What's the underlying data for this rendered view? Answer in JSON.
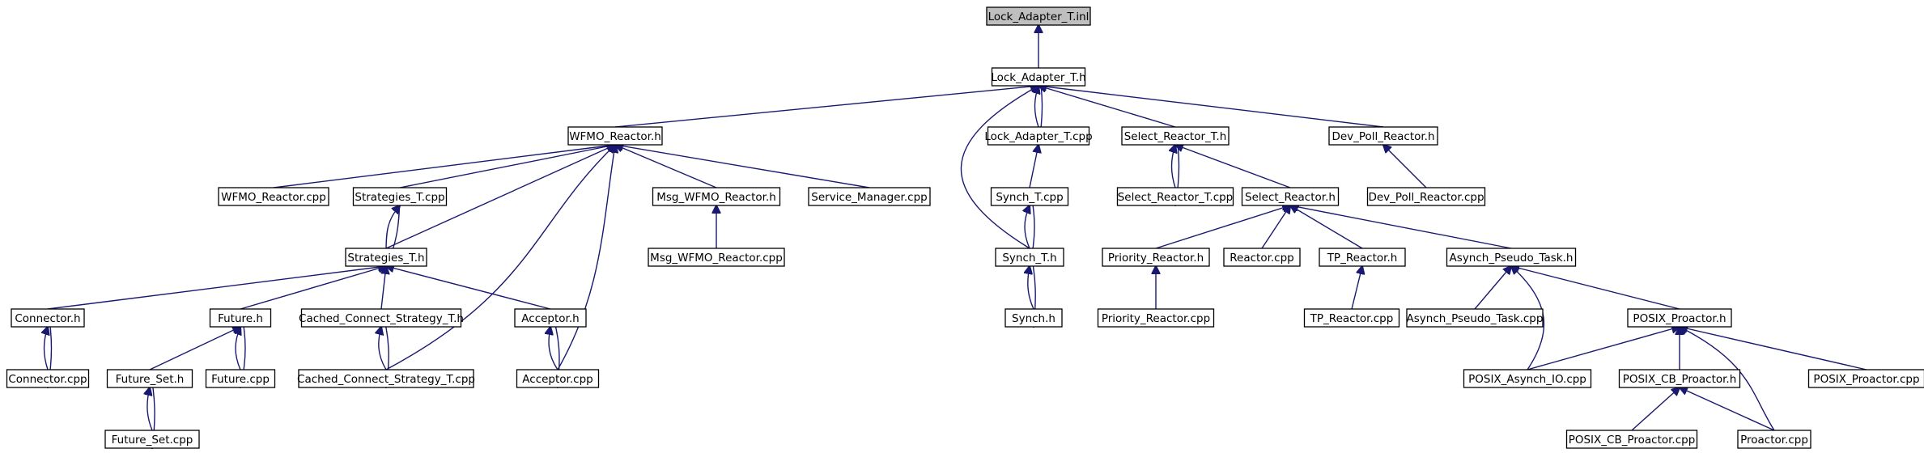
{
  "diagram": {
    "root": "Lock_Adapter_T.inl",
    "nodes": [
      {
        "id": "lock_adapter_inl",
        "label": "Lock_Adapter_T.inl"
      },
      {
        "id": "lock_adapter_h",
        "label": "Lock_Adapter_T.h"
      },
      {
        "id": "wfmo_reactor_h",
        "label": "WFMO_Reactor.h"
      },
      {
        "id": "lock_adapter_cpp",
        "label": "Lock_Adapter_T.cpp"
      },
      {
        "id": "select_reactor_t_h",
        "label": "Select_Reactor_T.h"
      },
      {
        "id": "dev_poll_reactor_h",
        "label": "Dev_Poll_Reactor.h"
      },
      {
        "id": "wfmo_reactor_cpp",
        "label": "WFMO_Reactor.cpp"
      },
      {
        "id": "strategies_t_cpp",
        "label": "Strategies_T.cpp"
      },
      {
        "id": "msg_wfmo_reactor_h",
        "label": "Msg_WFMO_Reactor.h"
      },
      {
        "id": "service_manager_cpp",
        "label": "Service_Manager.cpp"
      },
      {
        "id": "synch_t_cpp",
        "label": "Synch_T.cpp"
      },
      {
        "id": "select_reactor_t_cpp",
        "label": "Select_Reactor_T.cpp"
      },
      {
        "id": "select_reactor_h",
        "label": "Select_Reactor.h"
      },
      {
        "id": "dev_poll_reactor_cpp",
        "label": "Dev_Poll_Reactor.cpp"
      },
      {
        "id": "strategies_t_h",
        "label": "Strategies_T.h"
      },
      {
        "id": "msg_wfmo_reactor_cpp",
        "label": "Msg_WFMO_Reactor.cpp"
      },
      {
        "id": "synch_t_h",
        "label": "Synch_T.h"
      },
      {
        "id": "priority_reactor_h",
        "label": "Priority_Reactor.h"
      },
      {
        "id": "reactor_cpp",
        "label": "Reactor.cpp"
      },
      {
        "id": "tp_reactor_h",
        "label": "TP_Reactor.h"
      },
      {
        "id": "asynch_pseudo_task_h",
        "label": "Asynch_Pseudo_Task.h"
      },
      {
        "id": "connector_h",
        "label": "Connector.h"
      },
      {
        "id": "future_h",
        "label": "Future.h"
      },
      {
        "id": "cached_connect_h",
        "label": "Cached_Connect_Strategy_T.h"
      },
      {
        "id": "acceptor_h",
        "label": "Acceptor.h"
      },
      {
        "id": "synch_h",
        "label": "Synch.h"
      },
      {
        "id": "priority_reactor_cpp",
        "label": "Priority_Reactor.cpp"
      },
      {
        "id": "tp_reactor_cpp",
        "label": "TP_Reactor.cpp"
      },
      {
        "id": "asynch_pseudo_task_cpp",
        "label": "Asynch_Pseudo_Task.cpp"
      },
      {
        "id": "posix_proactor_h",
        "label": "POSIX_Proactor.h"
      },
      {
        "id": "connector_cpp",
        "label": "Connector.cpp"
      },
      {
        "id": "future_set_h",
        "label": "Future_Set.h"
      },
      {
        "id": "future_cpp",
        "label": "Future.cpp"
      },
      {
        "id": "cached_connect_cpp",
        "label": "Cached_Connect_Strategy_T.cpp"
      },
      {
        "id": "acceptor_cpp",
        "label": "Acceptor.cpp"
      },
      {
        "id": "posix_asynch_io_cpp",
        "label": "POSIX_Asynch_IO.cpp"
      },
      {
        "id": "posix_cb_proactor_h",
        "label": "POSIX_CB_Proactor.h"
      },
      {
        "id": "posix_proactor_cpp",
        "label": "POSIX_Proactor.cpp"
      },
      {
        "id": "future_set_cpp",
        "label": "Future_Set.cpp"
      },
      {
        "id": "posix_cb_proactor_cpp",
        "label": "POSIX_CB_Proactor.cpp"
      },
      {
        "id": "proactor_cpp",
        "label": "Proactor.cpp"
      }
    ],
    "edges": [
      {
        "from": "lock_adapter_h",
        "to": "lock_adapter_inl"
      },
      {
        "from": "wfmo_reactor_h",
        "to": "lock_adapter_h"
      },
      {
        "from": "lock_adapter_cpp",
        "to": "lock_adapter_h"
      },
      {
        "from": "lock_adapter_h",
        "to": "lock_adapter_cpp"
      },
      {
        "from": "select_reactor_t_h",
        "to": "lock_adapter_h"
      },
      {
        "from": "dev_poll_reactor_h",
        "to": "lock_adapter_h"
      },
      {
        "from": "synch_t_h",
        "to": "lock_adapter_h"
      },
      {
        "from": "wfmo_reactor_cpp",
        "to": "wfmo_reactor_h"
      },
      {
        "from": "strategies_t_cpp",
        "to": "wfmo_reactor_h"
      },
      {
        "from": "msg_wfmo_reactor_h",
        "to": "wfmo_reactor_h"
      },
      {
        "from": "service_manager_cpp",
        "to": "wfmo_reactor_h"
      },
      {
        "from": "strategies_t_h",
        "to": "wfmo_reactor_h"
      },
      {
        "from": "cached_connect_cpp",
        "to": "wfmo_reactor_h"
      },
      {
        "from": "acceptor_cpp",
        "to": "wfmo_reactor_h"
      },
      {
        "from": "msg_wfmo_reactor_cpp",
        "to": "msg_wfmo_reactor_h"
      },
      {
        "from": "strategies_t_h",
        "to": "strategies_t_cpp"
      },
      {
        "from": "strategies_t_cpp",
        "to": "strategies_t_h"
      },
      {
        "from": "connector_h",
        "to": "strategies_t_h"
      },
      {
        "from": "future_h",
        "to": "strategies_t_h"
      },
      {
        "from": "cached_connect_h",
        "to": "strategies_t_h"
      },
      {
        "from": "acceptor_h",
        "to": "strategies_t_h"
      },
      {
        "from": "connector_cpp",
        "to": "connector_h"
      },
      {
        "from": "connector_h",
        "to": "connector_cpp"
      },
      {
        "from": "future_set_h",
        "to": "future_h"
      },
      {
        "from": "future_cpp",
        "to": "future_h"
      },
      {
        "from": "future_h",
        "to": "future_cpp"
      },
      {
        "from": "future_set_cpp",
        "to": "future_set_h"
      },
      {
        "from": "future_set_h",
        "to": "future_set_cpp"
      },
      {
        "from": "cached_connect_cpp",
        "to": "cached_connect_h"
      },
      {
        "from": "cached_connect_h",
        "to": "cached_connect_cpp"
      },
      {
        "from": "acceptor_cpp",
        "to": "acceptor_h"
      },
      {
        "from": "acceptor_h",
        "to": "acceptor_cpp"
      },
      {
        "from": "synch_t_cpp",
        "to": "lock_adapter_cpp"
      },
      {
        "from": "synch_t_h",
        "to": "synch_t_cpp"
      },
      {
        "from": "synch_t_cpp",
        "to": "synch_t_h"
      },
      {
        "from": "synch_h",
        "to": "synch_t_h"
      },
      {
        "from": "synch_t_h",
        "to": "synch_h"
      },
      {
        "from": "select_reactor_t_cpp",
        "to": "select_reactor_t_h"
      },
      {
        "from": "select_reactor_t_h",
        "to": "select_reactor_t_cpp"
      },
      {
        "from": "select_reactor_h",
        "to": "select_reactor_t_h"
      },
      {
        "from": "dev_poll_reactor_cpp",
        "to": "dev_poll_reactor_h"
      },
      {
        "from": "priority_reactor_h",
        "to": "select_reactor_h"
      },
      {
        "from": "reactor_cpp",
        "to": "select_reactor_h"
      },
      {
        "from": "tp_reactor_h",
        "to": "select_reactor_h"
      },
      {
        "from": "asynch_pseudo_task_h",
        "to": "select_reactor_h"
      },
      {
        "from": "priority_reactor_cpp",
        "to": "priority_reactor_h"
      },
      {
        "from": "tp_reactor_cpp",
        "to": "tp_reactor_h"
      },
      {
        "from": "asynch_pseudo_task_cpp",
        "to": "asynch_pseudo_task_h"
      },
      {
        "from": "posix_asynch_io_cpp",
        "to": "asynch_pseudo_task_h"
      },
      {
        "from": "posix_proactor_h",
        "to": "asynch_pseudo_task_h"
      },
      {
        "from": "posix_asynch_io_cpp",
        "to": "posix_proactor_h"
      },
      {
        "from": "posix_cb_proactor_h",
        "to": "posix_proactor_h"
      },
      {
        "from": "posix_proactor_cpp",
        "to": "posix_proactor_h"
      },
      {
        "from": "proactor_cpp",
        "to": "posix_proactor_h"
      },
      {
        "from": "posix_cb_proactor_cpp",
        "to": "posix_cb_proactor_h"
      },
      {
        "from": "proactor_cpp",
        "to": "posix_cb_proactor_h"
      }
    ]
  }
}
